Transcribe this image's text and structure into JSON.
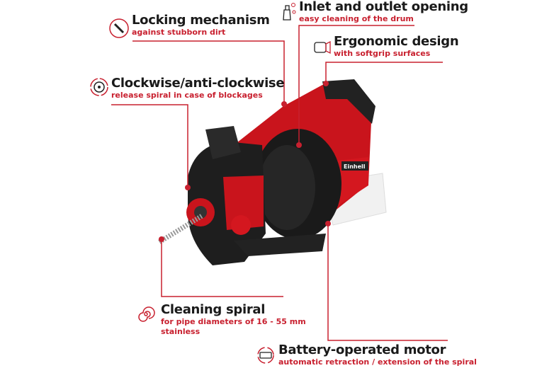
{
  "accent_color": "#c8202f",
  "product_brand": "Einhell",
  "features": [
    {
      "title": "Locking mechanism",
      "subtitle": [
        "against stubborn dirt"
      ],
      "icon": "wrench-icon"
    },
    {
      "title": "Inlet and outlet opening",
      "subtitle": [
        "easy cleaning of the drum"
      ],
      "icon": "spray-bottle-icon"
    },
    {
      "title": "Ergonomic design",
      "subtitle": [
        "with softgrip surfaces"
      ],
      "icon": "hand-grip-icon"
    },
    {
      "title": "Clockwise/anti-clockwise",
      "subtitle": [
        "release spiral in case of blockages"
      ],
      "icon": "rotation-icon"
    },
    {
      "title": "Cleaning spiral",
      "subtitle": [
        "for pipe diameters of 16 - 55 mm",
        "stainless"
      ],
      "icon": "spiral-icon"
    },
    {
      "title": "Battery-operated motor",
      "subtitle": [
        "automatic retraction / extension of the spiral"
      ],
      "icon": "battery-icon"
    }
  ]
}
